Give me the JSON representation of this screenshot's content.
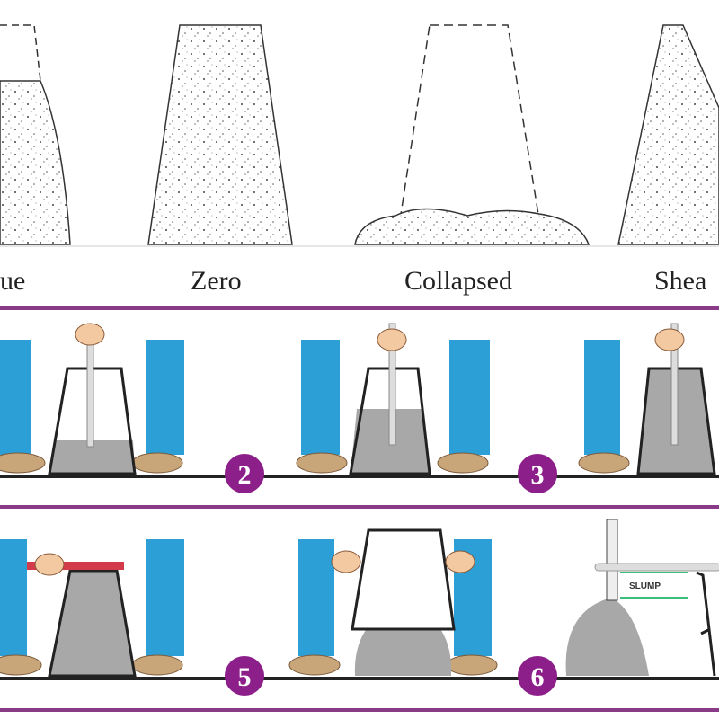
{
  "top_panel": {
    "labels": [
      "ue",
      "Zero",
      "Collapsed",
      "Shea"
    ]
  },
  "steps": {
    "numbers": [
      "2",
      "3",
      "5",
      "6"
    ],
    "slump_label": "SLUMP"
  },
  "colors": {
    "frame": "#8a3b87",
    "badge": "#8c1f8a",
    "legs": "#2b9fd6",
    "concrete": "#a8a8a8",
    "measure": "#3cbf7a"
  }
}
